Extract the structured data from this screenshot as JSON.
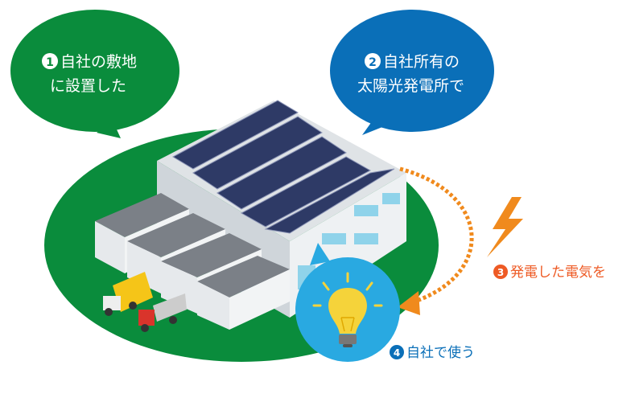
{
  "bubbles": {
    "step1": {
      "num": "1",
      "line1": "自社の敷地",
      "line2": "に設置した"
    },
    "step2": {
      "num": "2",
      "line1": "自社所有の",
      "line2": "太陽光発電所で"
    }
  },
  "labels": {
    "step3": {
      "num": "3",
      "text": "発電した電気を"
    },
    "step4": {
      "num": "4",
      "text": "自社で使う"
    }
  },
  "colors": {
    "green": "#0a8c3c",
    "blue": "#0a6fb8",
    "light_blue": "#29a9e1",
    "orange": "#f08a1d",
    "label_orange": "#ee5a24"
  }
}
